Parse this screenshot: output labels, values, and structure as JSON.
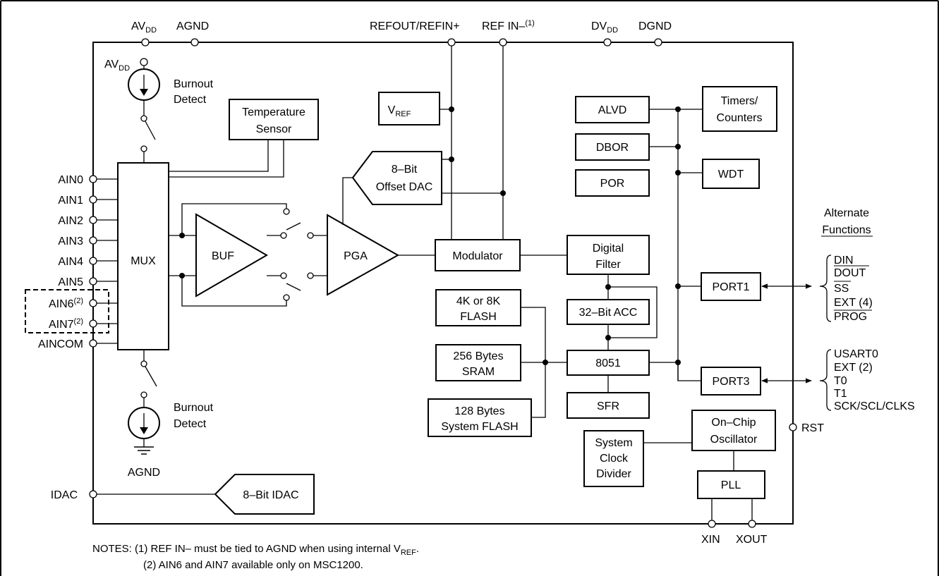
{
  "top_pins": {
    "avdd": {
      "main": "AV",
      "sub": "DD"
    },
    "agnd": "AGND",
    "refout": "REFOUT/REFIN+",
    "refin_minus": {
      "main": "REF IN–",
      "sup": "(1)"
    },
    "dvdd": {
      "main": "DV",
      "sub": "DD"
    },
    "dgnd": "DGND"
  },
  "left_pins": {
    "ain0": "AIN0",
    "ain1": "AIN1",
    "ain2": "AIN2",
    "ain3": "AIN3",
    "ain4": "AIN4",
    "ain5": "AIN5",
    "ain6": {
      "main": "AIN6",
      "sup": "(2)"
    },
    "ain7": {
      "main": "AIN7",
      "sup": "(2)"
    },
    "aincom": "AINCOM",
    "idac": "IDAC"
  },
  "burnout": {
    "avdd": {
      "main": "AV",
      "sub": "DD"
    },
    "top_line1": "Burnout",
    "top_line2": "Detect",
    "bot_line1": "Burnout",
    "bot_line2": "Detect",
    "agnd": "AGND"
  },
  "blocks": {
    "temp_line1": "Temperature",
    "temp_line2": "Sensor",
    "mux": "MUX",
    "buf": "BUF",
    "pga": "PGA",
    "vref": {
      "main": "V",
      "sub": "REF"
    },
    "dac_line1": "8–Bit",
    "dac_line2": "Offset DAC",
    "modulator": "Modulator",
    "dfilter_line1": "Digital",
    "dfilter_line2": "Filter",
    "acc": "32–Bit ACC",
    "cpu": "8051",
    "sfr": "SFR",
    "flash_line1": "4K or 8K",
    "flash_line2": "FLASH",
    "sram_line1": "256 Bytes",
    "sram_line2": "SRAM",
    "sysflash_line1": "128 Bytes",
    "sysflash_line2": "System FLASH",
    "alvd": "ALVD",
    "dbor": "DBOR",
    "por": "POR",
    "timers_line1": "Timers/",
    "timers_line2": "Counters",
    "wdt": "WDT",
    "port1": "PORT1",
    "port3": "PORT3",
    "osc_line1": "On–Chip",
    "osc_line2": "Oscillator",
    "clkdiv_line1": "System",
    "clkdiv_line2": "Clock",
    "clkdiv_line3": "Divider",
    "pll": "PLL",
    "idac": "8–Bit IDAC"
  },
  "alternate": {
    "header_line1": "Alternate",
    "header_line2": "Functions",
    "port1_funcs": [
      "DIN",
      "DOUT",
      "SS",
      "EXT (4)",
      "PROG"
    ],
    "port3_funcs": [
      "USART0",
      "EXT (2)",
      "T0",
      "T1",
      "SCK/SCL/CLKS"
    ]
  },
  "right_pins": {
    "rst": "RST"
  },
  "bottom_pins": {
    "xin": "XIN",
    "xout": "XOUT"
  },
  "notes": {
    "note1_prefix": "NOTES:  (1) REF IN– must be tied to AGND when using internal V",
    "note1_sub": "REF",
    "note1_end": ".",
    "note2": "(2) AIN6 and AIN7 available only on MSC1200."
  }
}
